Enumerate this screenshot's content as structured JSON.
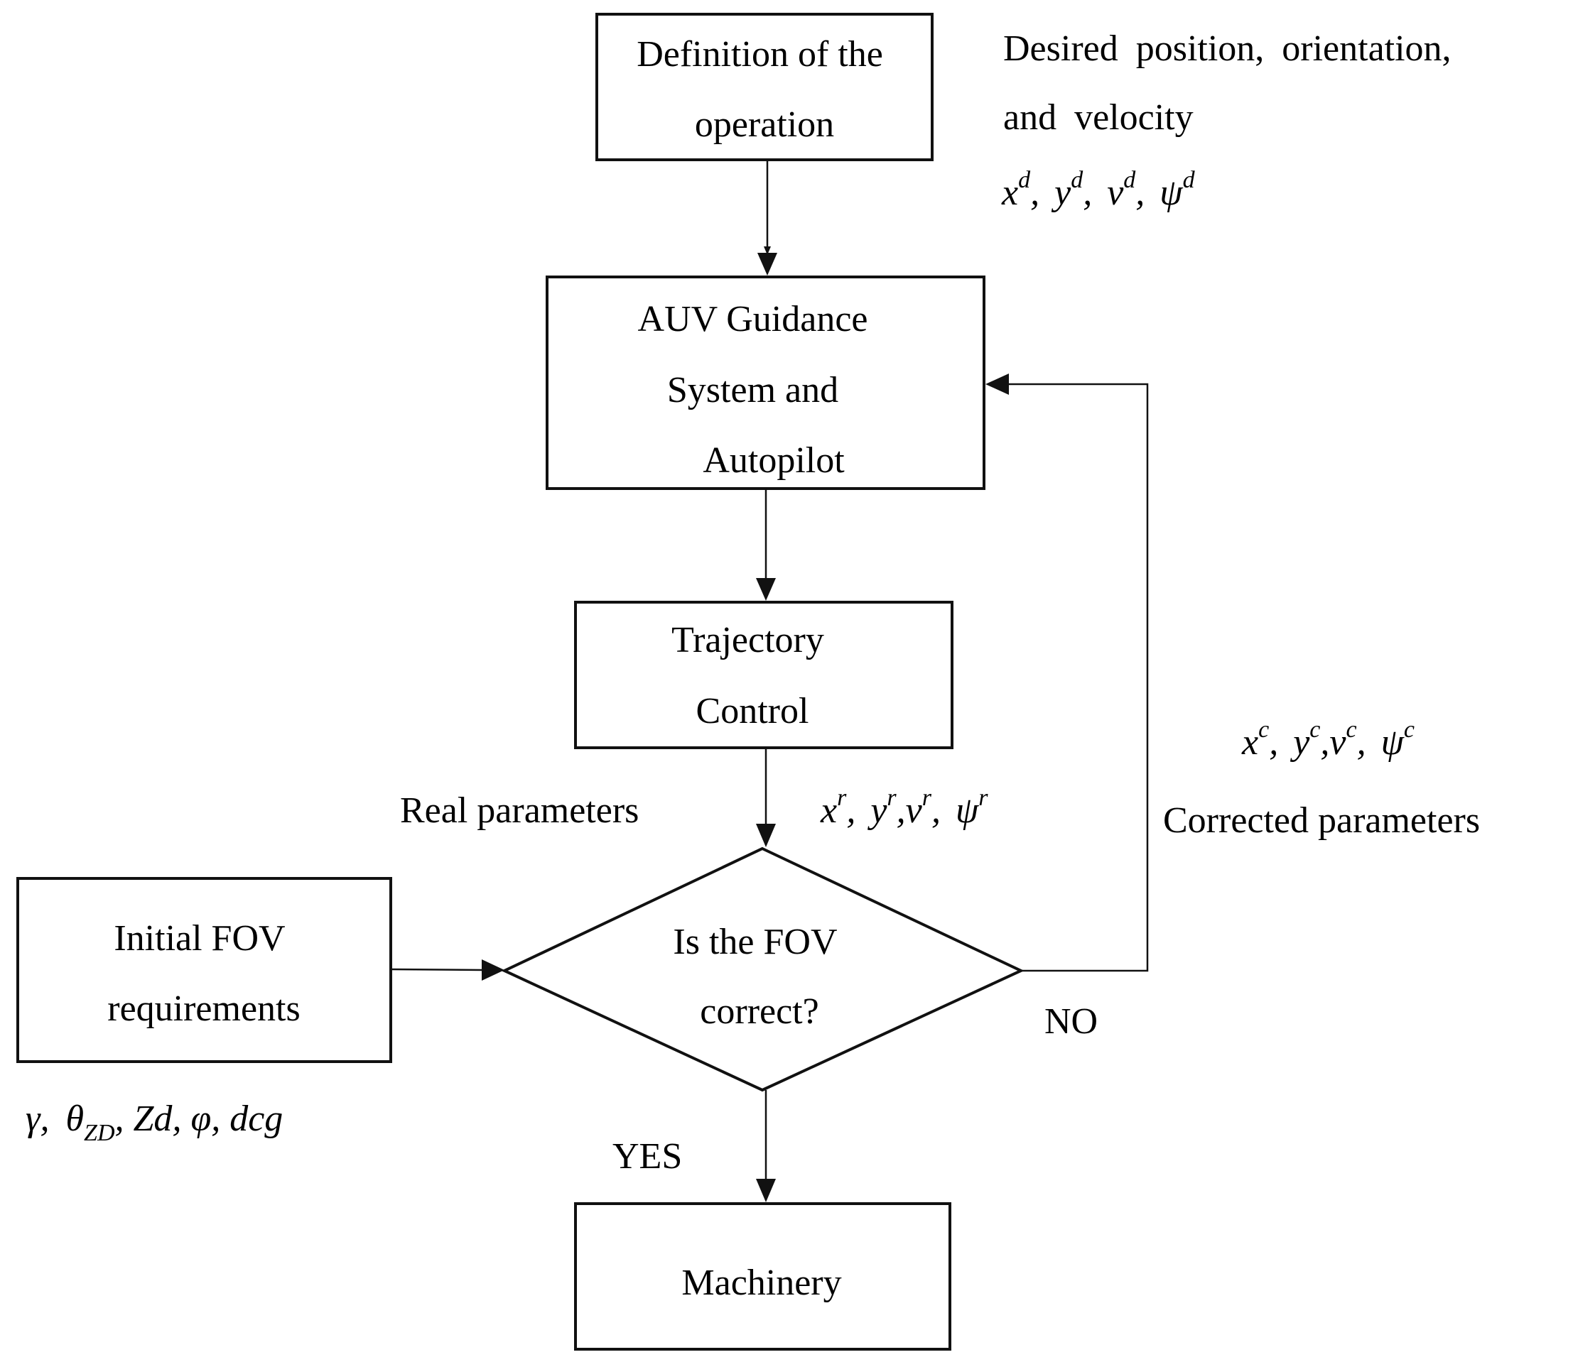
{
  "nodes": {
    "definition": {
      "lines": [
        "Definition of the",
        "operation"
      ]
    },
    "guidance": {
      "lines": [
        "AUV Guidance",
        "System and",
        "Autopilot"
      ]
    },
    "trajectory": {
      "lines": [
        "Trajectory",
        "Control"
      ]
    },
    "decision": {
      "lines": [
        "Is the FOV",
        "correct?"
      ]
    },
    "machinery": {
      "label": "Machinery"
    },
    "initial_fov": {
      "lines": [
        "Initial FOV",
        "requirements"
      ]
    }
  },
  "annotations": {
    "desired": {
      "lines": [
        "Desired position, orientation,",
        "and velocity"
      ],
      "symbols": [
        "x",
        "y",
        "v",
        "ψ"
      ],
      "superscript": "d"
    },
    "real": {
      "label": "Real parameters",
      "symbols": [
        "x",
        "y",
        "v",
        "ψ"
      ],
      "superscript": "r"
    },
    "corrected": {
      "label": "Corrected parameters",
      "symbols": [
        "x",
        "y",
        "v",
        "ψ"
      ],
      "superscript": "c"
    },
    "fov_params": {
      "gamma": "γ",
      "theta": "θ",
      "theta_sub": "ZD",
      "zd": "Zd",
      "phi": "φ",
      "dcg": "dcg"
    }
  },
  "branches": {
    "yes": "YES",
    "no": "NO"
  }
}
